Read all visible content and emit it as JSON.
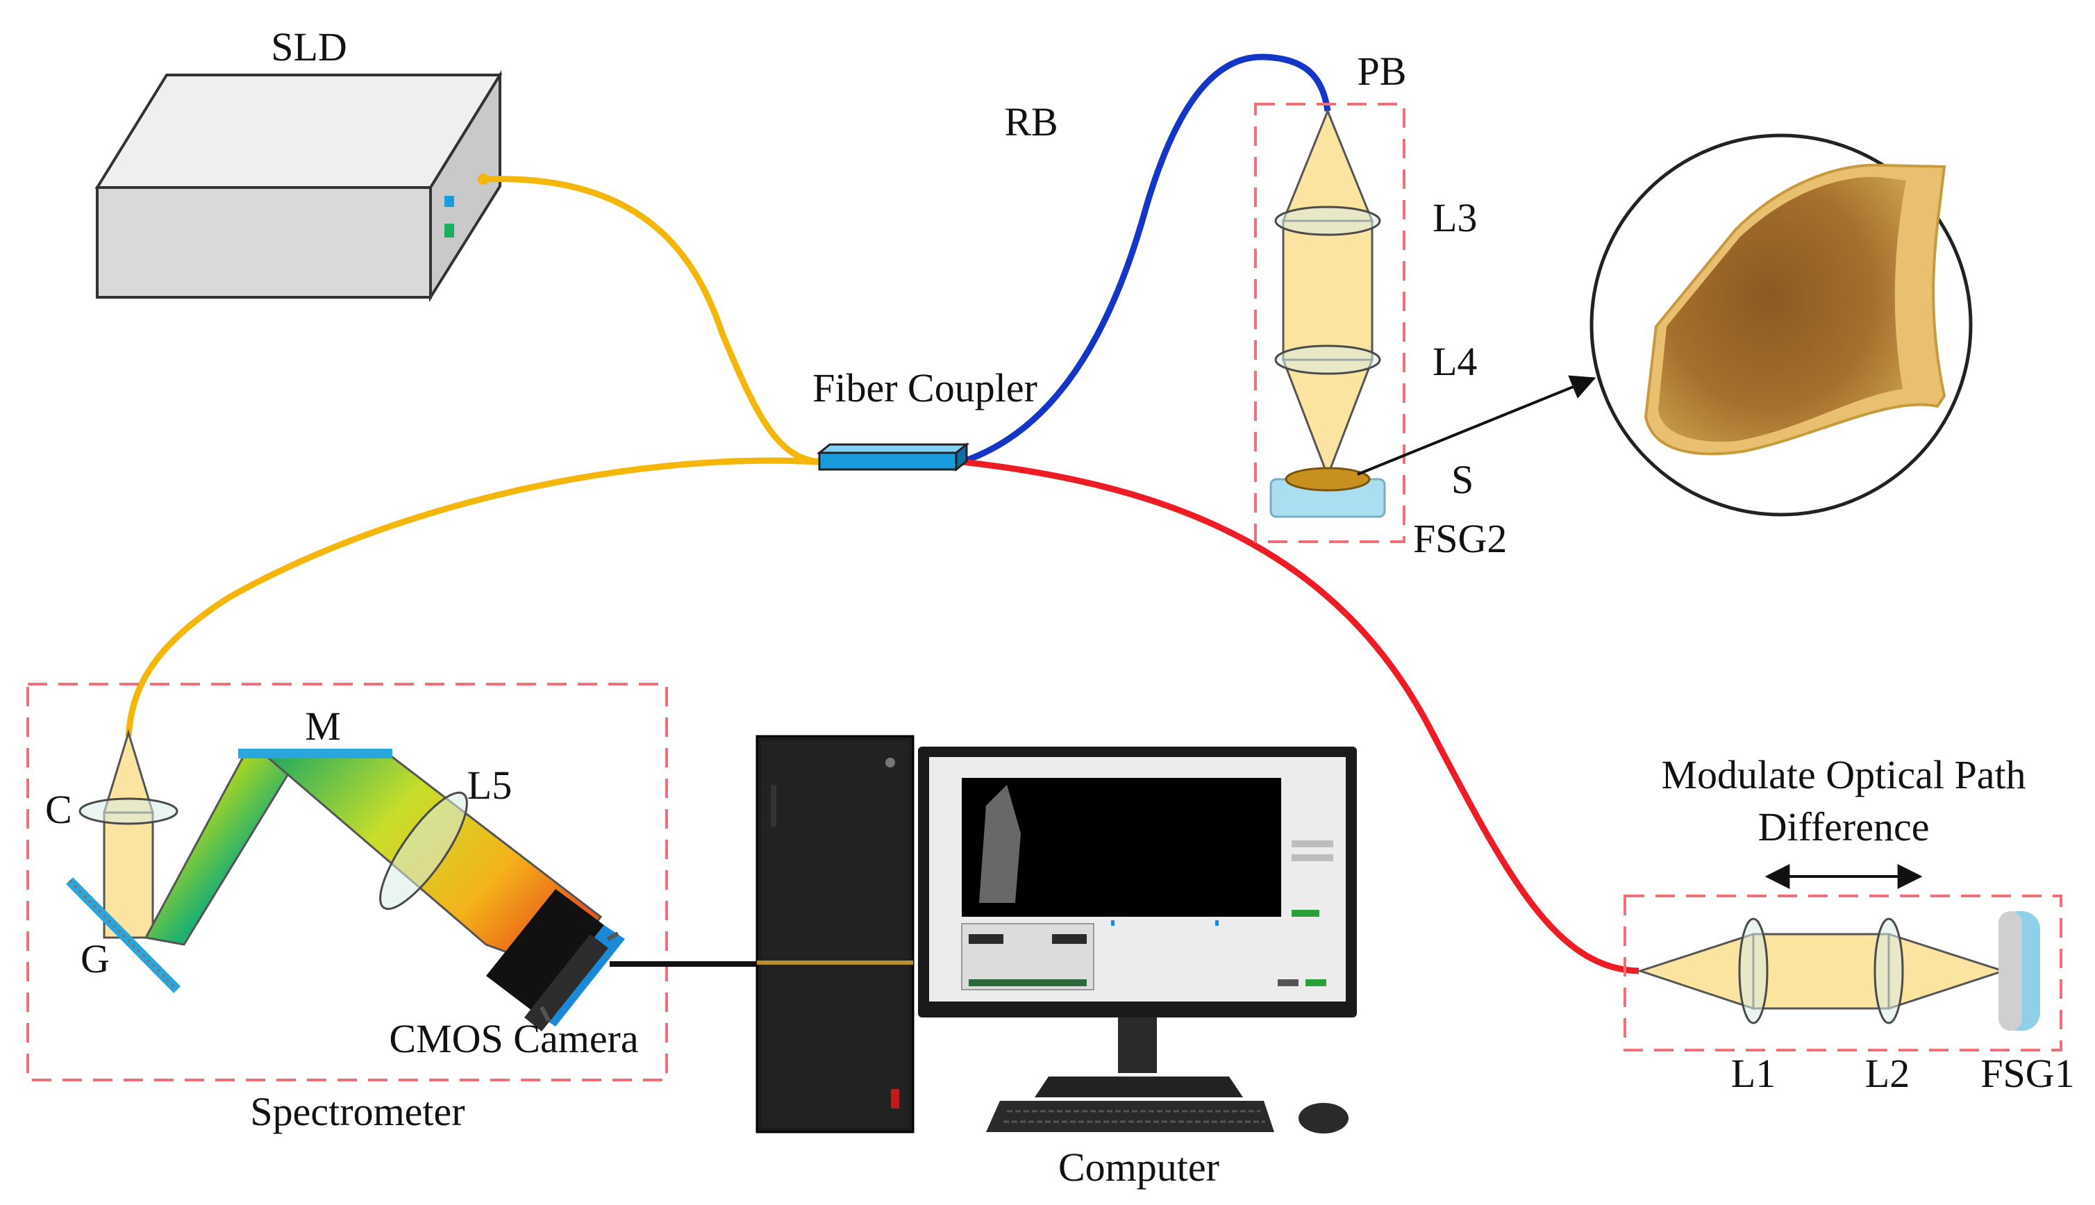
{
  "labels": {
    "sld": "SLD",
    "rb": "RB",
    "pb": "PB",
    "l3": "L3",
    "l4": "L4",
    "s": "S",
    "fsg2": "FSG2",
    "fiber_coupler": "Fiber Coupler",
    "c": "C",
    "m": "M",
    "l5": "L5",
    "g": "G",
    "cmos_camera": "CMOS Camera",
    "spectrometer": "Spectrometer",
    "computer": "Computer",
    "modulate_line1": "Modulate Optical Path",
    "modulate_line2": "Difference",
    "l1": "L1",
    "l2": "L2",
    "fsg1": "FSG1"
  },
  "colors": {
    "source_fiber": "#f5b60a",
    "reference_fiber": "#ee1c24",
    "sample_fiber": "#1335c8",
    "dashed_box": "#f0707a",
    "coupler": "#1a9de0",
    "mirror": "#2aa6dc",
    "beam": "#fbe3a0",
    "sample": "#b07a2e"
  },
  "icons": {
    "source": "sld-box-icon",
    "coupler": "fiber-coupler-icon",
    "sample_view": "magnified-sample-icon",
    "pc": "desktop-computer-icon",
    "camera": "cmos-camera-icon"
  }
}
